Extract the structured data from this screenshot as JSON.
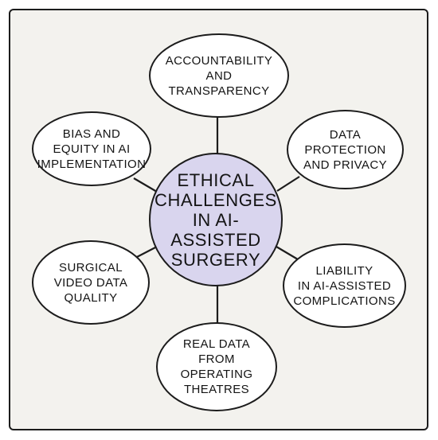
{
  "diagram": {
    "center": {
      "label": "ETHICAL\nCHALLENGES\nIN AI-ASSISTED\nSURGERY",
      "fill_color": "#d9d5ee"
    },
    "nodes": [
      {
        "id": "top",
        "label": "ACCOUNTABILITY\nAND\nTRANSPARENCY"
      },
      {
        "id": "upper-right",
        "label": "DATA\nPROTECTION\nAND PRIVACY"
      },
      {
        "id": "lower-right",
        "label": "LIABILITY\nIN AI-ASSISTED\nCOMPLICATIONS"
      },
      {
        "id": "bottom",
        "label": "REAL DATA\nFROM\nOPERATING\nTHEATRES"
      },
      {
        "id": "lower-left",
        "label": "SURGICAL\nVIDEO DATA\nQUALITY"
      },
      {
        "id": "upper-left",
        "label": "BIAS AND\nEQUITY IN AI\nIMPLEMENTATION"
      }
    ],
    "outline_color": "#1c1c1c",
    "node_fill_color": "#ffffff",
    "background_color": "#f3f2ee"
  }
}
